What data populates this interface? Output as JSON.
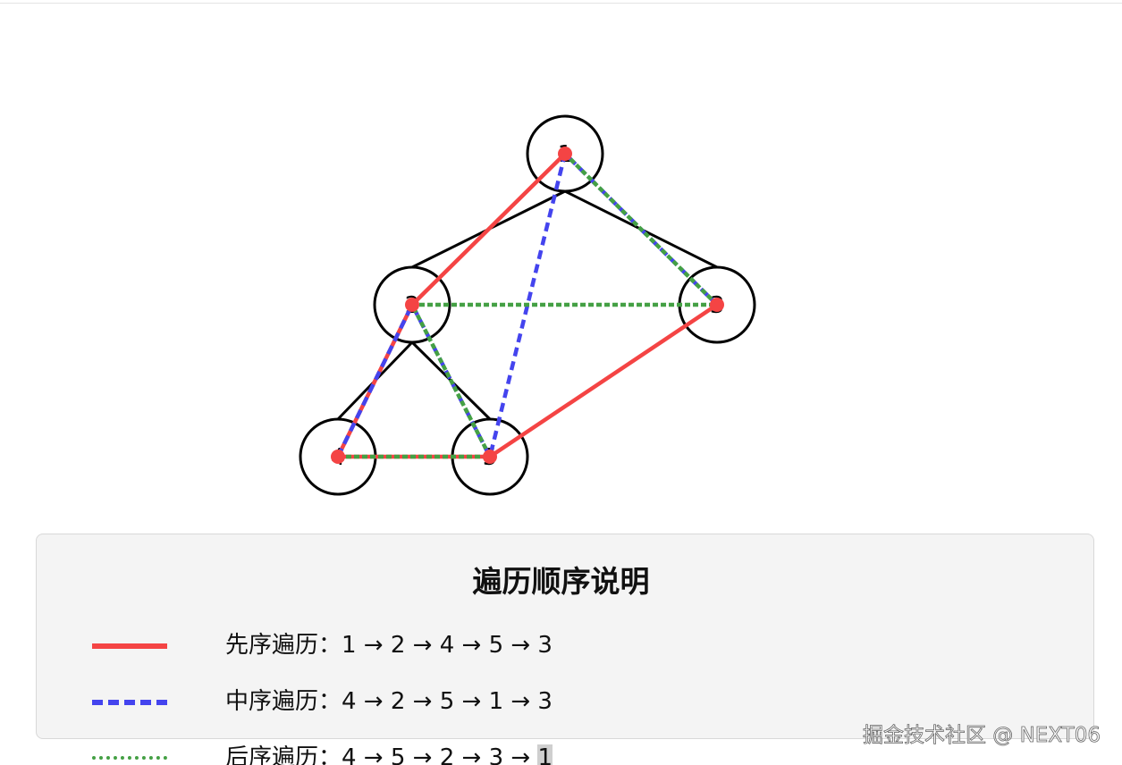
{
  "tree": {
    "nodes": [
      {
        "id": "1",
        "label": "1"
      },
      {
        "id": "2",
        "label": "2"
      },
      {
        "id": "3",
        "label": "3"
      },
      {
        "id": "4",
        "label": "4"
      },
      {
        "id": "5",
        "label": "5"
      }
    ],
    "edges": [
      [
        "1",
        "2"
      ],
      [
        "1",
        "3"
      ],
      [
        "2",
        "4"
      ],
      [
        "2",
        "5"
      ]
    ]
  },
  "traversals": {
    "preorder": {
      "order": [
        "1",
        "2",
        "4",
        "5",
        "3"
      ],
      "color": "#f44444",
      "style": "solid"
    },
    "inorder": {
      "order": [
        "4",
        "2",
        "5",
        "1",
        "3"
      ],
      "color": "#4444ee",
      "style": "dashed"
    },
    "postorder": {
      "order": [
        "4",
        "5",
        "2",
        "3",
        "1"
      ],
      "color": "#44a044",
      "style": "dotted"
    }
  },
  "legend": {
    "title": "遍历顺序说明",
    "items": [
      {
        "text": "先序遍历：1 → 2 → 4 → 5 → 3"
      },
      {
        "text": "中序遍历：4 → 2 → 5 → 1 → 3"
      },
      {
        "text_main": "后序遍历：4 → 5 → 2 → 3 → ",
        "text_selected": "1"
      }
    ]
  },
  "watermark": "掘金技术社区 @ NEXT06"
}
